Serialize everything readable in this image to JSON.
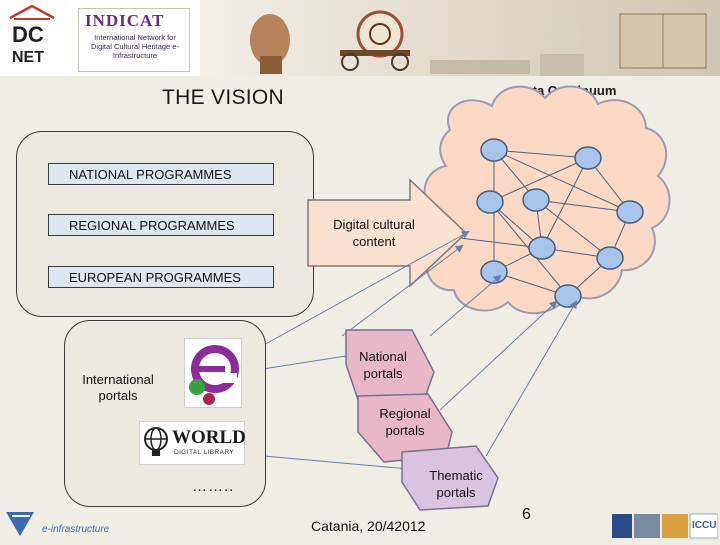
{
  "banner": {
    "dcnet_top": "DC",
    "dcnet_bottom": "NET",
    "indicat_title": "INDICAT",
    "indicat_subtitle": "International Network for Digital Cultural Heritage e-Infrastructure"
  },
  "slide": {
    "title": "THE VISION",
    "data_continuum_label": "Data Continuum",
    "programmes": [
      "NATIONAL PROGRAMMES",
      "REGIONAL PROGRAMMES",
      "EUROPEAN PROGRAMMES"
    ],
    "arrow_label_line1": "Digital cultural",
    "arrow_label_line2": "content",
    "international_portals_line1": "International",
    "international_portals_line2": "portals",
    "world_logo_text": "WORLD",
    "world_logo_sub": "DIGITAL LIBRARY",
    "ellipsis": "……..",
    "portal_tags": [
      {
        "line1": "National",
        "line2": "portals"
      },
      {
        "line1": "Regional",
        "line2": "portals"
      },
      {
        "line1": "Thematic",
        "line2": "portals"
      }
    ]
  },
  "footer": {
    "date": "Catania, 20/42012",
    "page_number": "6",
    "left_logo_text": "e-infrastructure",
    "right_logo_text": "ICCU"
  },
  "colors": {
    "cloud_fill": "#fbd9c4",
    "cloud_stroke": "#a09ab2",
    "node_fill": "#a7c5ea",
    "node_stroke": "#42607c",
    "tag_fill": "#e8b8c8",
    "tag_fill_2": "#d8c4e0",
    "programme_fill": "#dfe6f1"
  }
}
